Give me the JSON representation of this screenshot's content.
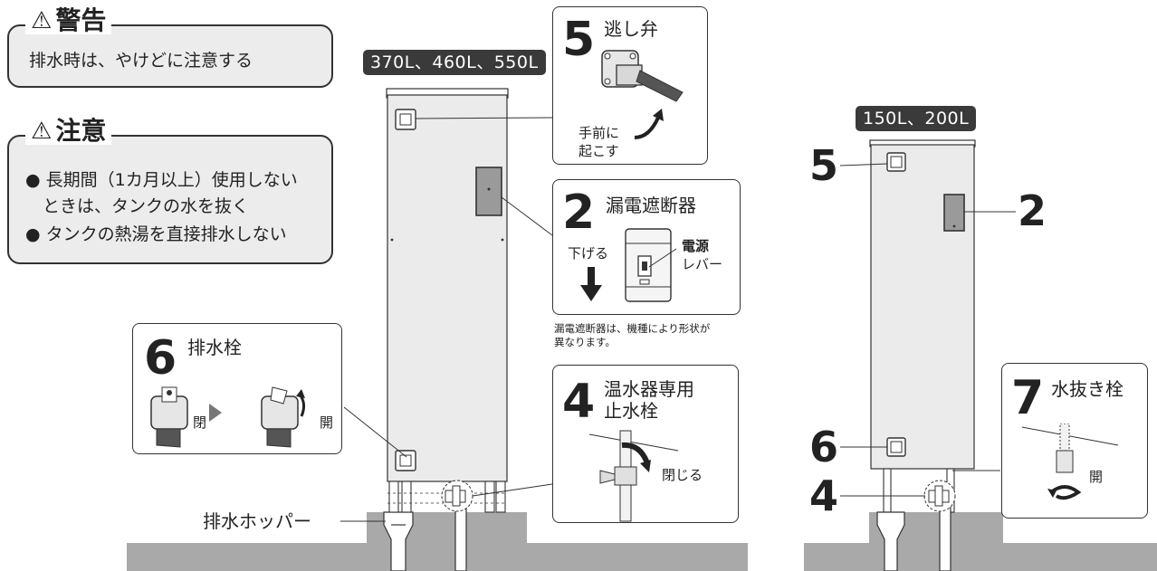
{
  "warning": {
    "title": "警告",
    "text": "排水時は、やけどに注意する"
  },
  "caution": {
    "title": "注意",
    "items": [
      "● 長期間（1カ月以上）使用しない",
      "　ときは、タンクの水を抜く",
      "● タンクの熱湯を直接排水しない"
    ]
  },
  "capacity_large": "370L、460L、550L",
  "capacity_small": "150L、200L",
  "steps": {
    "s5": {
      "num": "5",
      "title": "逃し弁",
      "caption_line1": "手前に",
      "caption_line2": "起こす"
    },
    "s2": {
      "num": "2",
      "title": "漏電遮断器",
      "lower_label": "下げる",
      "lever_line1": "電源",
      "lever_line2": "レバー"
    },
    "s2_note_line1": "漏電遮断器は、機種により形状が",
    "s2_note_line2": "異なります。",
    "s4": {
      "num": "4",
      "title_line1": "温水器専用",
      "title_line2": "止水栓",
      "caption": "閉じる"
    },
    "s6": {
      "num": "6",
      "title": "排水栓",
      "closed": "閉",
      "open": "開"
    },
    "s7": {
      "num": "7",
      "title": "水抜き栓",
      "open": "開"
    }
  },
  "hopper_label": "排水ホッパー",
  "side_labels": {
    "five": "5",
    "two": "2",
    "six": "6",
    "four": "4"
  },
  "colors": {
    "tank": "#ebebeb",
    "ground": "#a9a9a9",
    "panel": "#9a9a9a",
    "dark": "#333333"
  }
}
